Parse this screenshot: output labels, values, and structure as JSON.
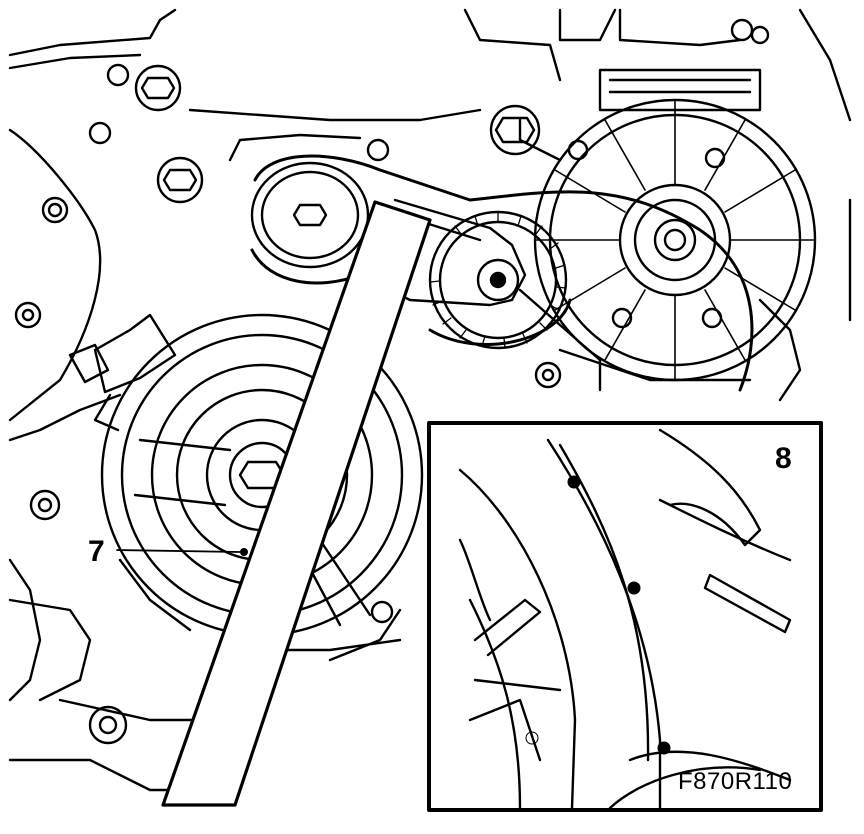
{
  "figure": {
    "callout_label": "7",
    "inset_label": "8",
    "figure_code": "F870R110"
  },
  "colors": {
    "ink": "#000000",
    "paper": "#ffffff"
  }
}
